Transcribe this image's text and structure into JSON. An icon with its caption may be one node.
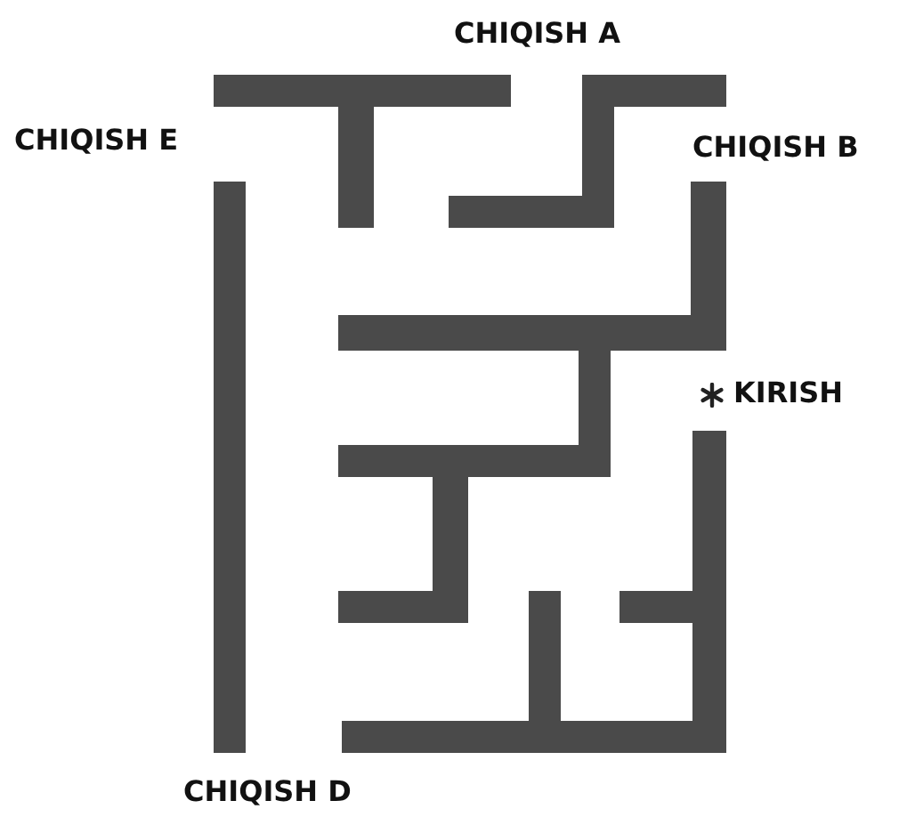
{
  "diagram": {
    "labels": [
      "CHIQISH A",
      "CHIQISH E",
      "CHIQISH B",
      "KIRISH",
      "CHIQISH D"
    ]
  }
}
